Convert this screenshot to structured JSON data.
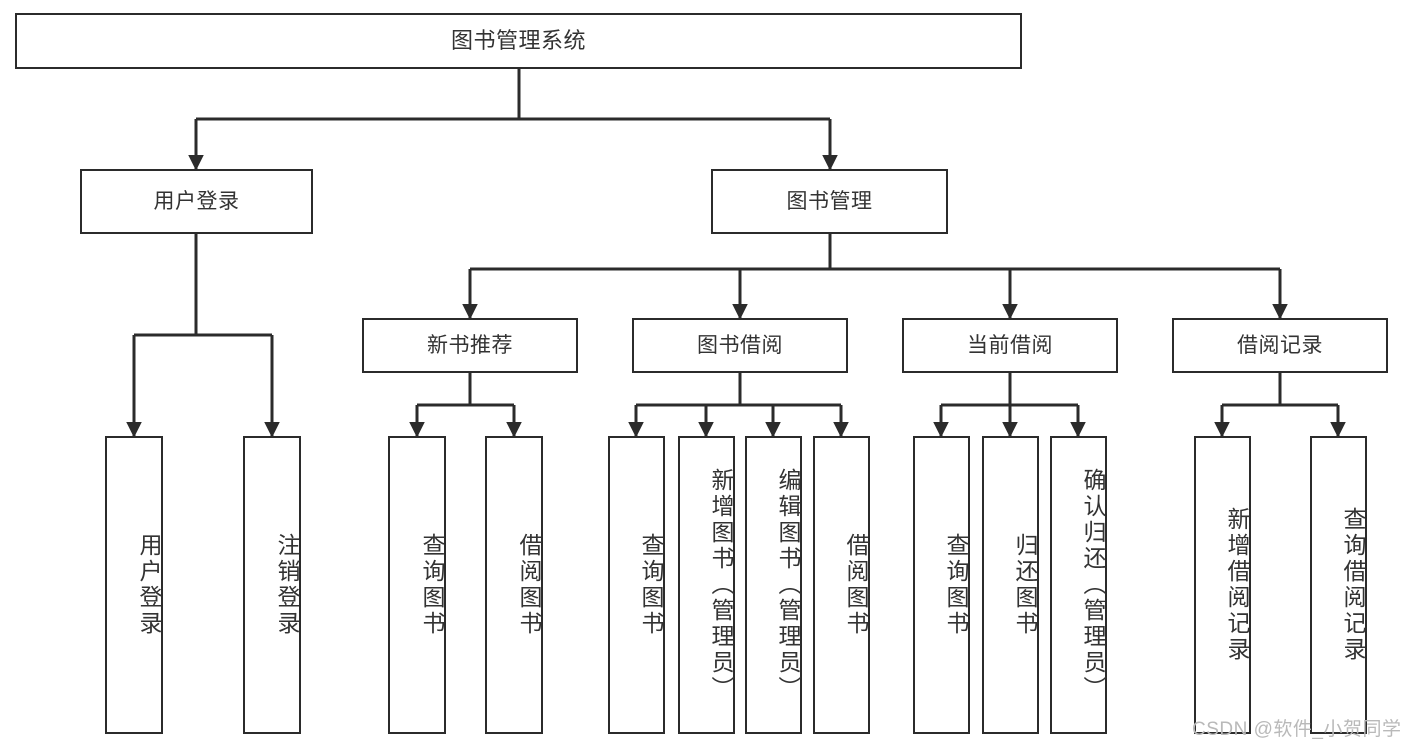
{
  "diagram": {
    "title": "图书管理系统",
    "watermark": "CSDN @软件_小贺同学",
    "colors": {
      "background": "#ffffff",
      "border": "#2b2b2b",
      "text": "#333333",
      "edge": "#2b2b2b",
      "watermark": "#b9b9b9"
    },
    "root": {
      "label": "图书管理系统"
    },
    "level2": [
      {
        "label": "用户登录"
      },
      {
        "label": "图书管理"
      }
    ],
    "level3": [
      {
        "label": "新书推荐"
      },
      {
        "label": "图书借阅"
      },
      {
        "label": "当前借阅"
      },
      {
        "label": "借阅记录"
      }
    ],
    "leaves": {
      "user_login": [
        {
          "label": "用户登录"
        },
        {
          "label": "注销登录"
        }
      ],
      "new_book_recommend": [
        {
          "label": "查询图书"
        },
        {
          "label": "借阅图书"
        }
      ],
      "book_borrow": [
        {
          "label": "查询图书"
        },
        {
          "label": "新增图书（管理员）"
        },
        {
          "label": "编辑图书（管理员）"
        },
        {
          "label": "借阅图书"
        }
      ],
      "current_borrow": [
        {
          "label": "查询图书"
        },
        {
          "label": "归还图书"
        },
        {
          "label": "确认归还（管理员）"
        }
      ],
      "borrow_records": [
        {
          "label": "新增借阅记录"
        },
        {
          "label": "查询借阅记录"
        }
      ]
    }
  },
  "chart_data": {
    "type": "tree-diagram",
    "title": "图书管理系统",
    "orientation": "top-down",
    "nodes": [
      {
        "id": "root",
        "label": "图书管理系统",
        "level": 0,
        "parent": null
      },
      {
        "id": "user-login",
        "label": "用户登录",
        "level": 1,
        "parent": "root"
      },
      {
        "id": "book-manage",
        "label": "图书管理",
        "level": 1,
        "parent": "root"
      },
      {
        "id": "leaf-user-login",
        "label": "用户登录",
        "level": 2,
        "parent": "user-login"
      },
      {
        "id": "leaf-logout",
        "label": "注销登录",
        "level": 2,
        "parent": "user-login"
      },
      {
        "id": "new-book",
        "label": "新书推荐",
        "level": 2,
        "parent": "book-manage"
      },
      {
        "id": "book-borrow",
        "label": "图书借阅",
        "level": 2,
        "parent": "book-manage"
      },
      {
        "id": "current-borrow",
        "label": "当前借阅",
        "level": 2,
        "parent": "book-manage"
      },
      {
        "id": "borrow-record",
        "label": "借阅记录",
        "level": 2,
        "parent": "book-manage"
      },
      {
        "id": "nb-query",
        "label": "查询图书",
        "level": 3,
        "parent": "new-book"
      },
      {
        "id": "nb-borrow",
        "label": "借阅图书",
        "level": 3,
        "parent": "new-book"
      },
      {
        "id": "bb-query",
        "label": "查询图书",
        "level": 3,
        "parent": "book-borrow"
      },
      {
        "id": "bb-add",
        "label": "新增图书（管理员）",
        "level": 3,
        "parent": "book-borrow"
      },
      {
        "id": "bb-edit",
        "label": "编辑图书（管理员）",
        "level": 3,
        "parent": "book-borrow"
      },
      {
        "id": "bb-borrow",
        "label": "借阅图书",
        "level": 3,
        "parent": "book-borrow"
      },
      {
        "id": "cb-query",
        "label": "查询图书",
        "level": 3,
        "parent": "current-borrow"
      },
      {
        "id": "cb-return",
        "label": "归还图书",
        "level": 3,
        "parent": "current-borrow"
      },
      {
        "id": "cb-confirm",
        "label": "确认归还（管理员）",
        "level": 3,
        "parent": "current-borrow"
      },
      {
        "id": "br-add",
        "label": "新增借阅记录",
        "level": 3,
        "parent": "borrow-record"
      },
      {
        "id": "br-query",
        "label": "查询借阅记录",
        "level": 3,
        "parent": "borrow-record"
      }
    ]
  }
}
